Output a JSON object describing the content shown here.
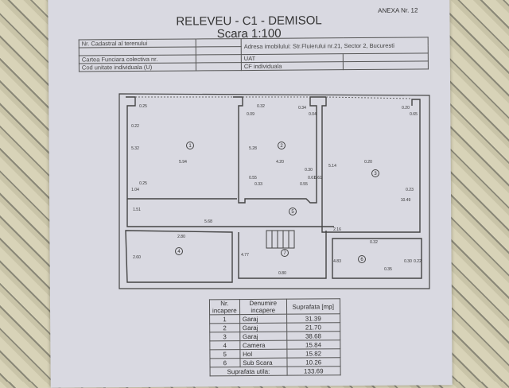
{
  "header": {
    "title": "RELEVEU - C1 - DEMISOL",
    "scale": "Scara 1:100",
    "annex": "ANEXA Nr. 12"
  },
  "info": {
    "cadastral": "Nr. Cadastral al terenului",
    "address": "Adresa imobilului: Str.Fluierului nr.21, Sector 2, Bucuresti",
    "carte": "Cartea Funciara colectiva nr.",
    "uat": "UAT",
    "cod": "Cod unitate individuala (U)",
    "cf": "CF individuala"
  },
  "rooms_table": {
    "headers": [
      "Nr. incapere",
      "Denumire incapere",
      "Suprafata [mp]"
    ],
    "rows": [
      [
        "1",
        "Garaj",
        "31.39"
      ],
      [
        "2",
        "Garaj",
        "21.70"
      ],
      [
        "3",
        "Garaj",
        "38.68"
      ],
      [
        "4",
        "Camera",
        "15.84"
      ],
      [
        "5",
        "Hol",
        "15.82"
      ],
      [
        "6",
        "Sub Scara",
        "10.26"
      ]
    ],
    "total_label": "Suprafata utila:",
    "total": "133.69"
  },
  "plan": {
    "room_numbers": [
      "1",
      "2",
      "3",
      "4",
      "5",
      "6",
      "7"
    ],
    "dims": [
      "0.25",
      "0.22",
      "5.32",
      "0.25",
      "1.04",
      "1.51",
      "5.94",
      "0.32",
      "0.09",
      "5.28",
      "0.55",
      "0.33",
      "4.20",
      "0.34",
      "0.04",
      "0.30",
      "0.55",
      "0.61",
      "6.61",
      "5.14",
      "0.20",
      "0.20",
      "0.65",
      "0.23",
      "10.49",
      "5.68",
      "2.80",
      "2.60",
      "4.77",
      "0.80",
      "2.16",
      "4.83",
      "0.32",
      "0.35",
      "0.30",
      "0.22"
    ]
  }
}
